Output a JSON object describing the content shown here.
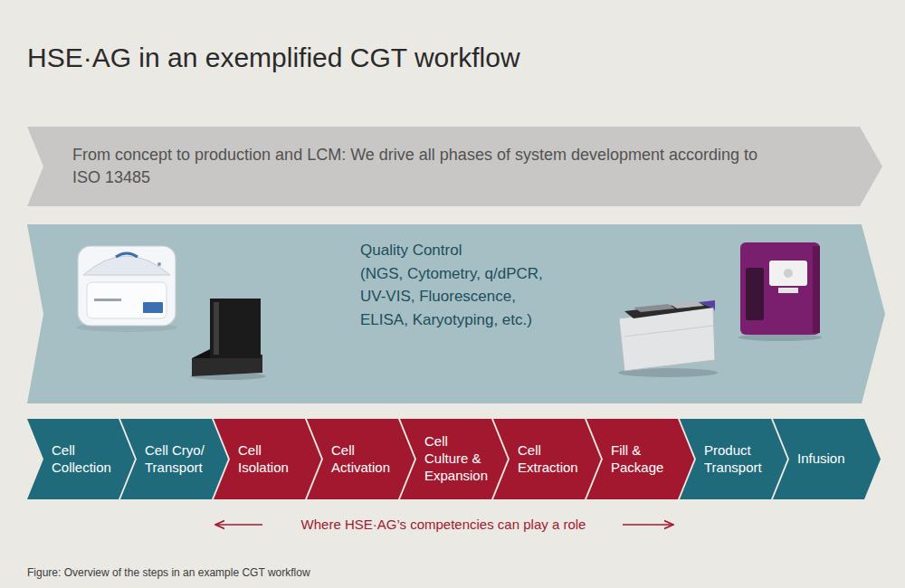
{
  "diagram": {
    "title": "HSE·AG in an exemplified CGT workflow",
    "caption": "Figure: Overview of the steps in an example CGT workflow",
    "nodes": [
      {
        "text": [
          "From concept to production and LCM: We drive all phases of system development according to ISO 13485"
        ]
      },
      {
        "text": [
          "Quality Control",
          "(NGS, Cytometry, q/dPCR, UV-VIS, Fluorescence, ELISA, Karyotyping, etc.)"
        ]
      },
      {
        "text": [
          "Cell Collection"
        ]
      },
      {
        "text": [
          "Cell Cryo/ Transport"
        ]
      },
      {
        "text": [
          "Cell Isolation"
        ]
      },
      {
        "text": [
          "Cell Activation"
        ]
      },
      {
        "text": [
          "Cell Culture & Expansion"
        ]
      },
      {
        "text": [
          "Cell Extraction"
        ]
      },
      {
        "text": [
          "Fill & Package"
        ]
      },
      {
        "text": [
          "Product Transport"
        ]
      },
      {
        "text": [
          "Infusion"
        ]
      }
    ],
    "labels": [
      "Where HSE·AG’s competencies can play a role"
    ]
  }
}
